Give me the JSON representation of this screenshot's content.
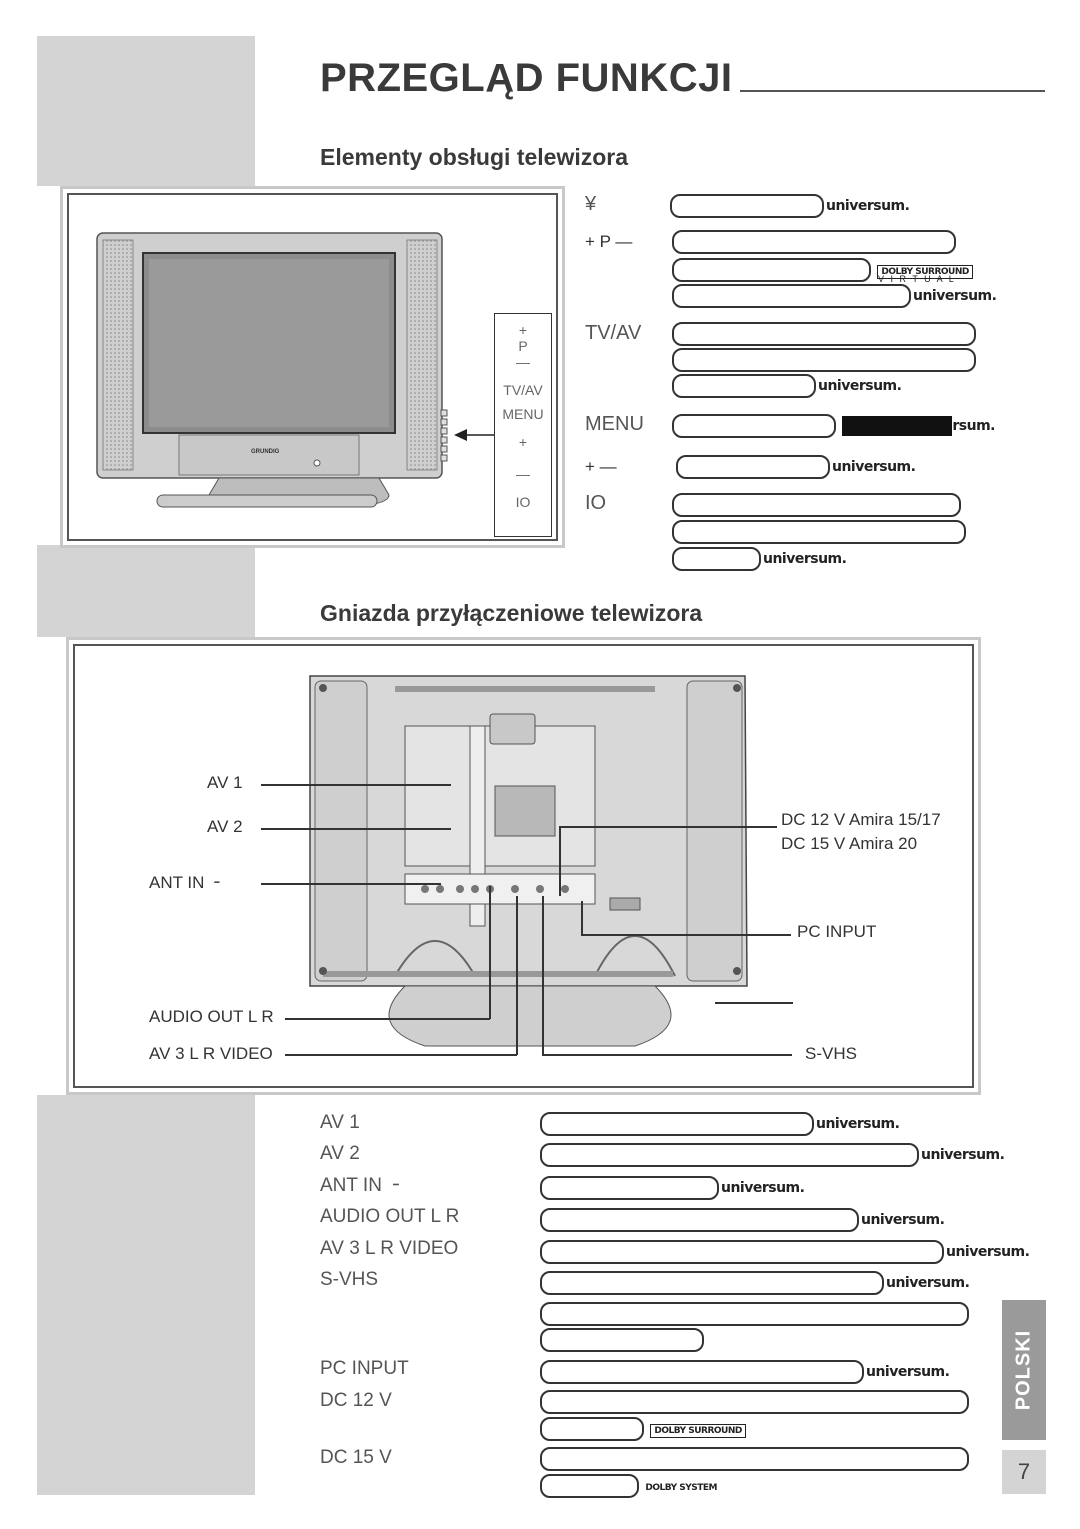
{
  "header": {
    "title": "PRZEGLĄD FUNKCJI"
  },
  "section_controls": {
    "heading": "Elementy obsługi telewizora",
    "panel": {
      "plus": "+",
      "p": "P",
      "minus": "—",
      "tvav": "TV/AV",
      "menu": "MENU",
      "plus2": "+",
      "minus2": "—",
      "io": "IO"
    },
    "tv_brand": "GRUNDIG",
    "rows": [
      {
        "key": "¥",
        "text": "universum."
      },
      {
        "key": "+ P —",
        "text": "",
        "extra": [
          "DOLBY SURROUND",
          "V I R T U A L",
          "universum."
        ]
      },
      {
        "key": "TV/AV",
        "text": "universum."
      },
      {
        "key": "MENU",
        "text": "rsum."
      },
      {
        "key": "+ —",
        "text": "universum."
      },
      {
        "key": "IO",
        "text": "universum."
      }
    ]
  },
  "section_sockets": {
    "heading": "Gniazda przyłączeniowe telewizora",
    "callouts": {
      "av1": "AV 1",
      "av2": "AV 2",
      "antin": "ANT IN ╶",
      "audioout": "AUDIO OUT L R",
      "av3": "AV 3 L R VIDEO",
      "dc1": "DC 12 V Amira 15/17",
      "dc2": "DC 15 V Amira 20",
      "pcinput": "PC INPUT",
      "svhs": "S-VHS"
    }
  },
  "socket_list": [
    {
      "label": "AV 1",
      "text": "universum."
    },
    {
      "label": "AV 2",
      "text": "universum."
    },
    {
      "label": "ANT IN ╶",
      "text": "universum."
    },
    {
      "label": "AUDIO OUT L  R",
      "text": "universum."
    },
    {
      "label": "AV 3   L  R  VIDEO",
      "text": "universum."
    },
    {
      "label": "S-VHS",
      "text": "universum."
    },
    {
      "label": "",
      "text": ""
    },
    {
      "label": "PC INPUT",
      "text": "universum."
    },
    {
      "label": "DC 12 V",
      "text": ""
    },
    {
      "label": "DC 15 V",
      "text": ""
    }
  ],
  "extra_notes": {
    "dolby_sr": "DOLBY SURROUND",
    "dolby_sys": "DOLBY SYSTEM",
    "universum": "universum."
  },
  "side_tab": {
    "label": "POLSKI"
  },
  "page_number": "7"
}
